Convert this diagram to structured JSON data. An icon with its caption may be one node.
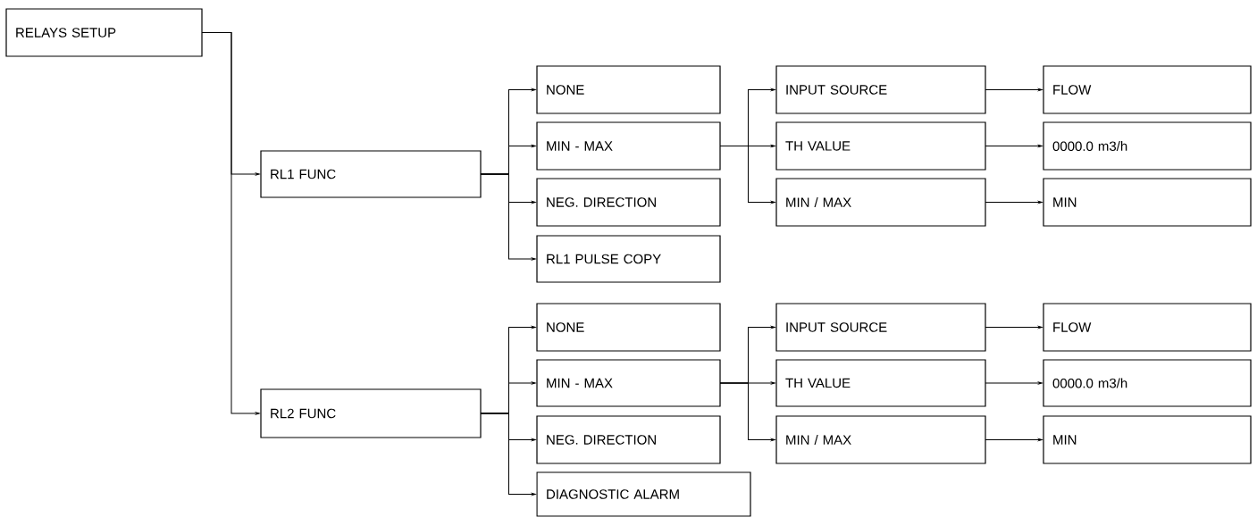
{
  "diagram": {
    "nodes": [
      {
        "text": [
          "RELAYS SETUP"
        ]
      },
      {
        "text": [
          "RL1 FUNC"
        ]
      },
      {
        "text": [
          "NONE"
        ]
      },
      {
        "text": [
          "MIN - MAX"
        ]
      },
      {
        "text": [
          "NEG. DIRECTION"
        ]
      },
      {
        "text": [
          "RL1 PULSE COPY"
        ]
      },
      {
        "text": [
          "INPUT SOURCE"
        ]
      },
      {
        "text": [
          "FLOW"
        ]
      },
      {
        "text": [
          "TH VALUE"
        ]
      },
      {
        "text": [
          "0000.0 m3/h"
        ]
      },
      {
        "text": [
          "MIN / MAX"
        ]
      },
      {
        "text": [
          "MIN"
        ]
      },
      {
        "text": [
          "RL2 FUNC"
        ]
      },
      {
        "text": [
          "NONE"
        ]
      },
      {
        "text": [
          "MIN - MAX"
        ]
      },
      {
        "text": [
          "NEG. DIRECTION"
        ]
      },
      {
        "text": [
          "DIAGNOSTIC ALARM"
        ]
      },
      {
        "text": [
          "INPUT SOURCE"
        ]
      },
      {
        "text": [
          "FLOW"
        ]
      },
      {
        "text": [
          "TH VALUE"
        ]
      },
      {
        "text": [
          "0000.0 m3/h"
        ]
      },
      {
        "text": [
          "MIN / MAX"
        ]
      },
      {
        "text": [
          "MIN"
        ]
      }
    ],
    "edges": [
      {
        "from": 0,
        "to": 1,
        "arrow": "to"
      },
      {
        "from": 0,
        "to": 12,
        "arrow": "to"
      },
      {
        "from": 1,
        "to": 2,
        "arrow": "to"
      },
      {
        "from": 1,
        "to": 3,
        "arrow": "to"
      },
      {
        "from": 1,
        "to": 4,
        "arrow": "to"
      },
      {
        "from": 1,
        "to": 5,
        "arrow": "to"
      },
      {
        "from": 3,
        "to": 6,
        "arrow": "to"
      },
      {
        "from": 3,
        "to": 8,
        "arrow": "to"
      },
      {
        "from": 3,
        "to": 10,
        "arrow": "to"
      },
      {
        "from": 6,
        "to": 7,
        "arrow": "to"
      },
      {
        "from": 8,
        "to": 9,
        "arrow": "to"
      },
      {
        "from": 10,
        "to": 11,
        "arrow": "to"
      },
      {
        "from": 12,
        "to": 13,
        "arrow": "to"
      },
      {
        "from": 12,
        "to": 14,
        "arrow": "to"
      },
      {
        "from": 12,
        "to": 15,
        "arrow": "to"
      },
      {
        "from": 12,
        "to": 16,
        "arrow": "to"
      },
      {
        "from": 14,
        "to": 17,
        "arrow": "to"
      },
      {
        "from": 14,
        "to": 19,
        "arrow": "to"
      },
      {
        "from": 14,
        "to": 21,
        "arrow": "to"
      },
      {
        "from": 17,
        "to": 18,
        "arrow": "to"
      },
      {
        "from": 19,
        "to": 20,
        "arrow": "to"
      },
      {
        "from": 21,
        "to": 22,
        "arrow": "to"
      }
    ]
  }
}
